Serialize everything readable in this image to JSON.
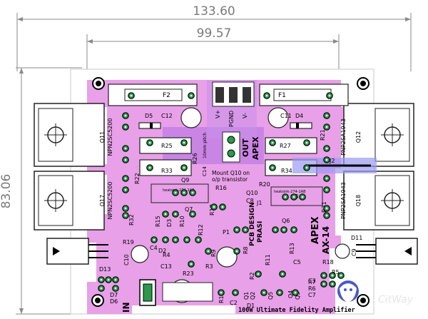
{
  "dimensions": {
    "width_mm": "133.60",
    "inner_width_mm": "99.57",
    "height_mm": "83.06"
  },
  "board": {
    "brand": "APEX",
    "model": "AX-14",
    "title": "100W Ultimate Fidelity Amplifier",
    "designer": "PCB DESIGN",
    "designer_name": "PRASI",
    "output_label": "OUT",
    "input_label": "IN",
    "mount_note_line1": "Mount Q10 on",
    "mount_note_line2": "o/p transistor",
    "pitch_note": "10mm pitch",
    "heatsink_left": "heatsink-274-1AB",
    "heatsink_right": "heatsink-274-1AB"
  },
  "transistors": {
    "q11": {
      "ref": "Q11",
      "part": "NPN2SC5200"
    },
    "q17": {
      "ref": "Q17",
      "part": "NPN2SC5200"
    },
    "q12": {
      "ref": "Q12",
      "part": "PNP2SA1943"
    },
    "q18": {
      "ref": "Q18",
      "part": "PNP2SA1943"
    }
  },
  "power_terminals": [
    "V+",
    "PGND",
    "V-"
  ],
  "components": {
    "F1": "F1",
    "F2": "F2",
    "D1": "D1",
    "D2": "D2",
    "D3": "D3",
    "D4": "D4",
    "D5": "D5",
    "D6": "D6",
    "D7": "D7",
    "C1": "C1",
    "C2": "C2",
    "C3": "C3",
    "C4": "C4",
    "C5": "C5",
    "C7": "C7",
    "C8": "C8",
    "C9": "C9",
    "C10": "C10",
    "C11": "C11",
    "C12": "C12",
    "C13": "C13",
    "C14": "C14",
    "R1": "R1",
    "R2": "R2",
    "R3": "R3",
    "R4": "R4",
    "R5": "R5",
    "R6": "R6",
    "R7": "R7",
    "R8": "R8",
    "R9": "R9",
    "R10": "R10",
    "R11": "R11",
    "R12": "R12",
    "R13": "R13",
    "R15": "R15",
    "R16": "R16",
    "R17": "R17",
    "R18": "R18",
    "R19": "R19",
    "R20": "R20",
    "R21": "R21",
    "R22": "R22",
    "R23": "R23",
    "R25": "R25",
    "R26": "R26",
    "R27": "R27",
    "R31": "R31",
    "R32": "R32",
    "R33": "R33",
    "R34": "R34",
    "Q1": "Q1",
    "Q2": "Q2",
    "Q3": "Q3",
    "Q4": "Q4",
    "Q5": "Q5",
    "Q6": "Q6",
    "Q7": "Q7",
    "Q8": "Q8",
    "Q9": "Q9",
    "Q10": "Q10",
    "D11": "D11",
    "D13": "D13",
    "J1": "J1",
    "J2": "J2",
    "P1": "P1"
  },
  "colors": {
    "mask": "#e8a0e8",
    "copper_pad": "#2a9a4a",
    "silk": "#000000",
    "jumper": "#7070e0",
    "dimension": "#8a8a8a"
  },
  "watermark": "CitWay"
}
